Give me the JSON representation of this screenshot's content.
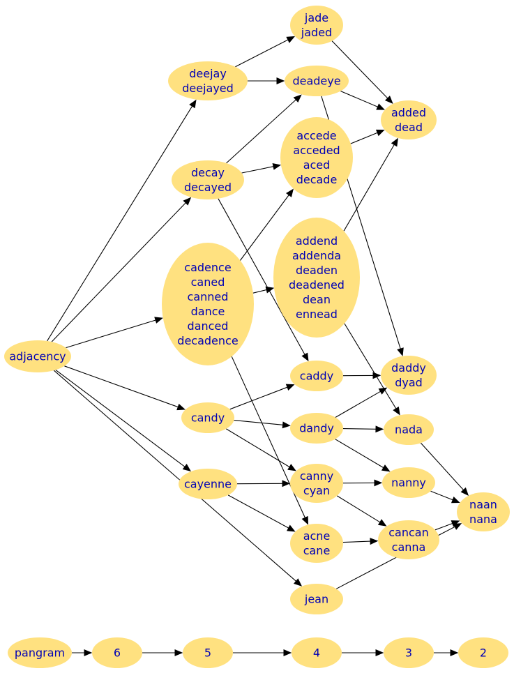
{
  "diagram": {
    "nodes": [
      {
        "id": "adjacency",
        "lines": [
          "adjacency"
        ]
      },
      {
        "id": "jade",
        "lines": [
          "jade",
          "jaded"
        ]
      },
      {
        "id": "deejay",
        "lines": [
          "deejay",
          "deejayed"
        ]
      },
      {
        "id": "deadeye",
        "lines": [
          "deadeye"
        ]
      },
      {
        "id": "added",
        "lines": [
          "added",
          "dead"
        ]
      },
      {
        "id": "accede",
        "lines": [
          "accede",
          "acceded",
          "aced",
          "decade"
        ]
      },
      {
        "id": "decay",
        "lines": [
          "decay",
          "decayed"
        ]
      },
      {
        "id": "addend",
        "lines": [
          "addend",
          "addenda",
          "deaden",
          "deadened",
          "dean",
          "ennead"
        ]
      },
      {
        "id": "cadence",
        "lines": [
          "cadence",
          "caned",
          "canned",
          "dance",
          "danced",
          "decadence"
        ]
      },
      {
        "id": "caddy",
        "lines": [
          "caddy"
        ]
      },
      {
        "id": "daddy",
        "lines": [
          "daddy",
          "dyad"
        ]
      },
      {
        "id": "candy",
        "lines": [
          "candy"
        ]
      },
      {
        "id": "dandy",
        "lines": [
          "dandy"
        ]
      },
      {
        "id": "nada",
        "lines": [
          "nada"
        ]
      },
      {
        "id": "cayenne",
        "lines": [
          "cayenne"
        ]
      },
      {
        "id": "canny",
        "lines": [
          "canny",
          "cyan"
        ]
      },
      {
        "id": "nanny",
        "lines": [
          "nanny"
        ]
      },
      {
        "id": "naan",
        "lines": [
          "naan",
          "nana"
        ]
      },
      {
        "id": "acne",
        "lines": [
          "acne",
          "cane"
        ]
      },
      {
        "id": "cancan",
        "lines": [
          "cancan",
          "canna"
        ]
      },
      {
        "id": "jean",
        "lines": [
          "jean"
        ]
      },
      {
        "id": "pangram",
        "lines": [
          "pangram"
        ]
      },
      {
        "id": "n6",
        "lines": [
          "6"
        ]
      },
      {
        "id": "n5",
        "lines": [
          "5"
        ]
      },
      {
        "id": "n4",
        "lines": [
          "4"
        ]
      },
      {
        "id": "n3",
        "lines": [
          "3"
        ]
      },
      {
        "id": "n2",
        "lines": [
          "2"
        ]
      }
    ],
    "edges": [
      [
        "adjacency",
        "deejay"
      ],
      [
        "adjacency",
        "decay"
      ],
      [
        "adjacency",
        "cadence"
      ],
      [
        "adjacency",
        "candy"
      ],
      [
        "adjacency",
        "cayenne"
      ],
      [
        "adjacency",
        "jean"
      ],
      [
        "deejay",
        "jade"
      ],
      [
        "deejay",
        "deadeye"
      ],
      [
        "jade",
        "added"
      ],
      [
        "deadeye",
        "added"
      ],
      [
        "deadeye",
        "daddy"
      ],
      [
        "decay",
        "deadeye"
      ],
      [
        "decay",
        "accede"
      ],
      [
        "decay",
        "caddy"
      ],
      [
        "accede",
        "added"
      ],
      [
        "addend",
        "added"
      ],
      [
        "addend",
        "nada"
      ],
      [
        "cadence",
        "accede"
      ],
      [
        "cadence",
        "addend"
      ],
      [
        "cadence",
        "acne"
      ],
      [
        "caddy",
        "daddy"
      ],
      [
        "candy",
        "caddy"
      ],
      [
        "candy",
        "dandy"
      ],
      [
        "candy",
        "canny"
      ],
      [
        "dandy",
        "daddy"
      ],
      [
        "dandy",
        "nada"
      ],
      [
        "dandy",
        "nanny"
      ],
      [
        "nada",
        "naan"
      ],
      [
        "cayenne",
        "canny"
      ],
      [
        "cayenne",
        "acne"
      ],
      [
        "canny",
        "nanny"
      ],
      [
        "canny",
        "cancan"
      ],
      [
        "nanny",
        "naan"
      ],
      [
        "acne",
        "cancan"
      ],
      [
        "cancan",
        "naan"
      ],
      [
        "jean",
        "naan"
      ],
      [
        "pangram",
        "n6"
      ],
      [
        "n6",
        "n5"
      ],
      [
        "n5",
        "n4"
      ],
      [
        "n4",
        "n3"
      ],
      [
        "n3",
        "n2"
      ]
    ]
  }
}
